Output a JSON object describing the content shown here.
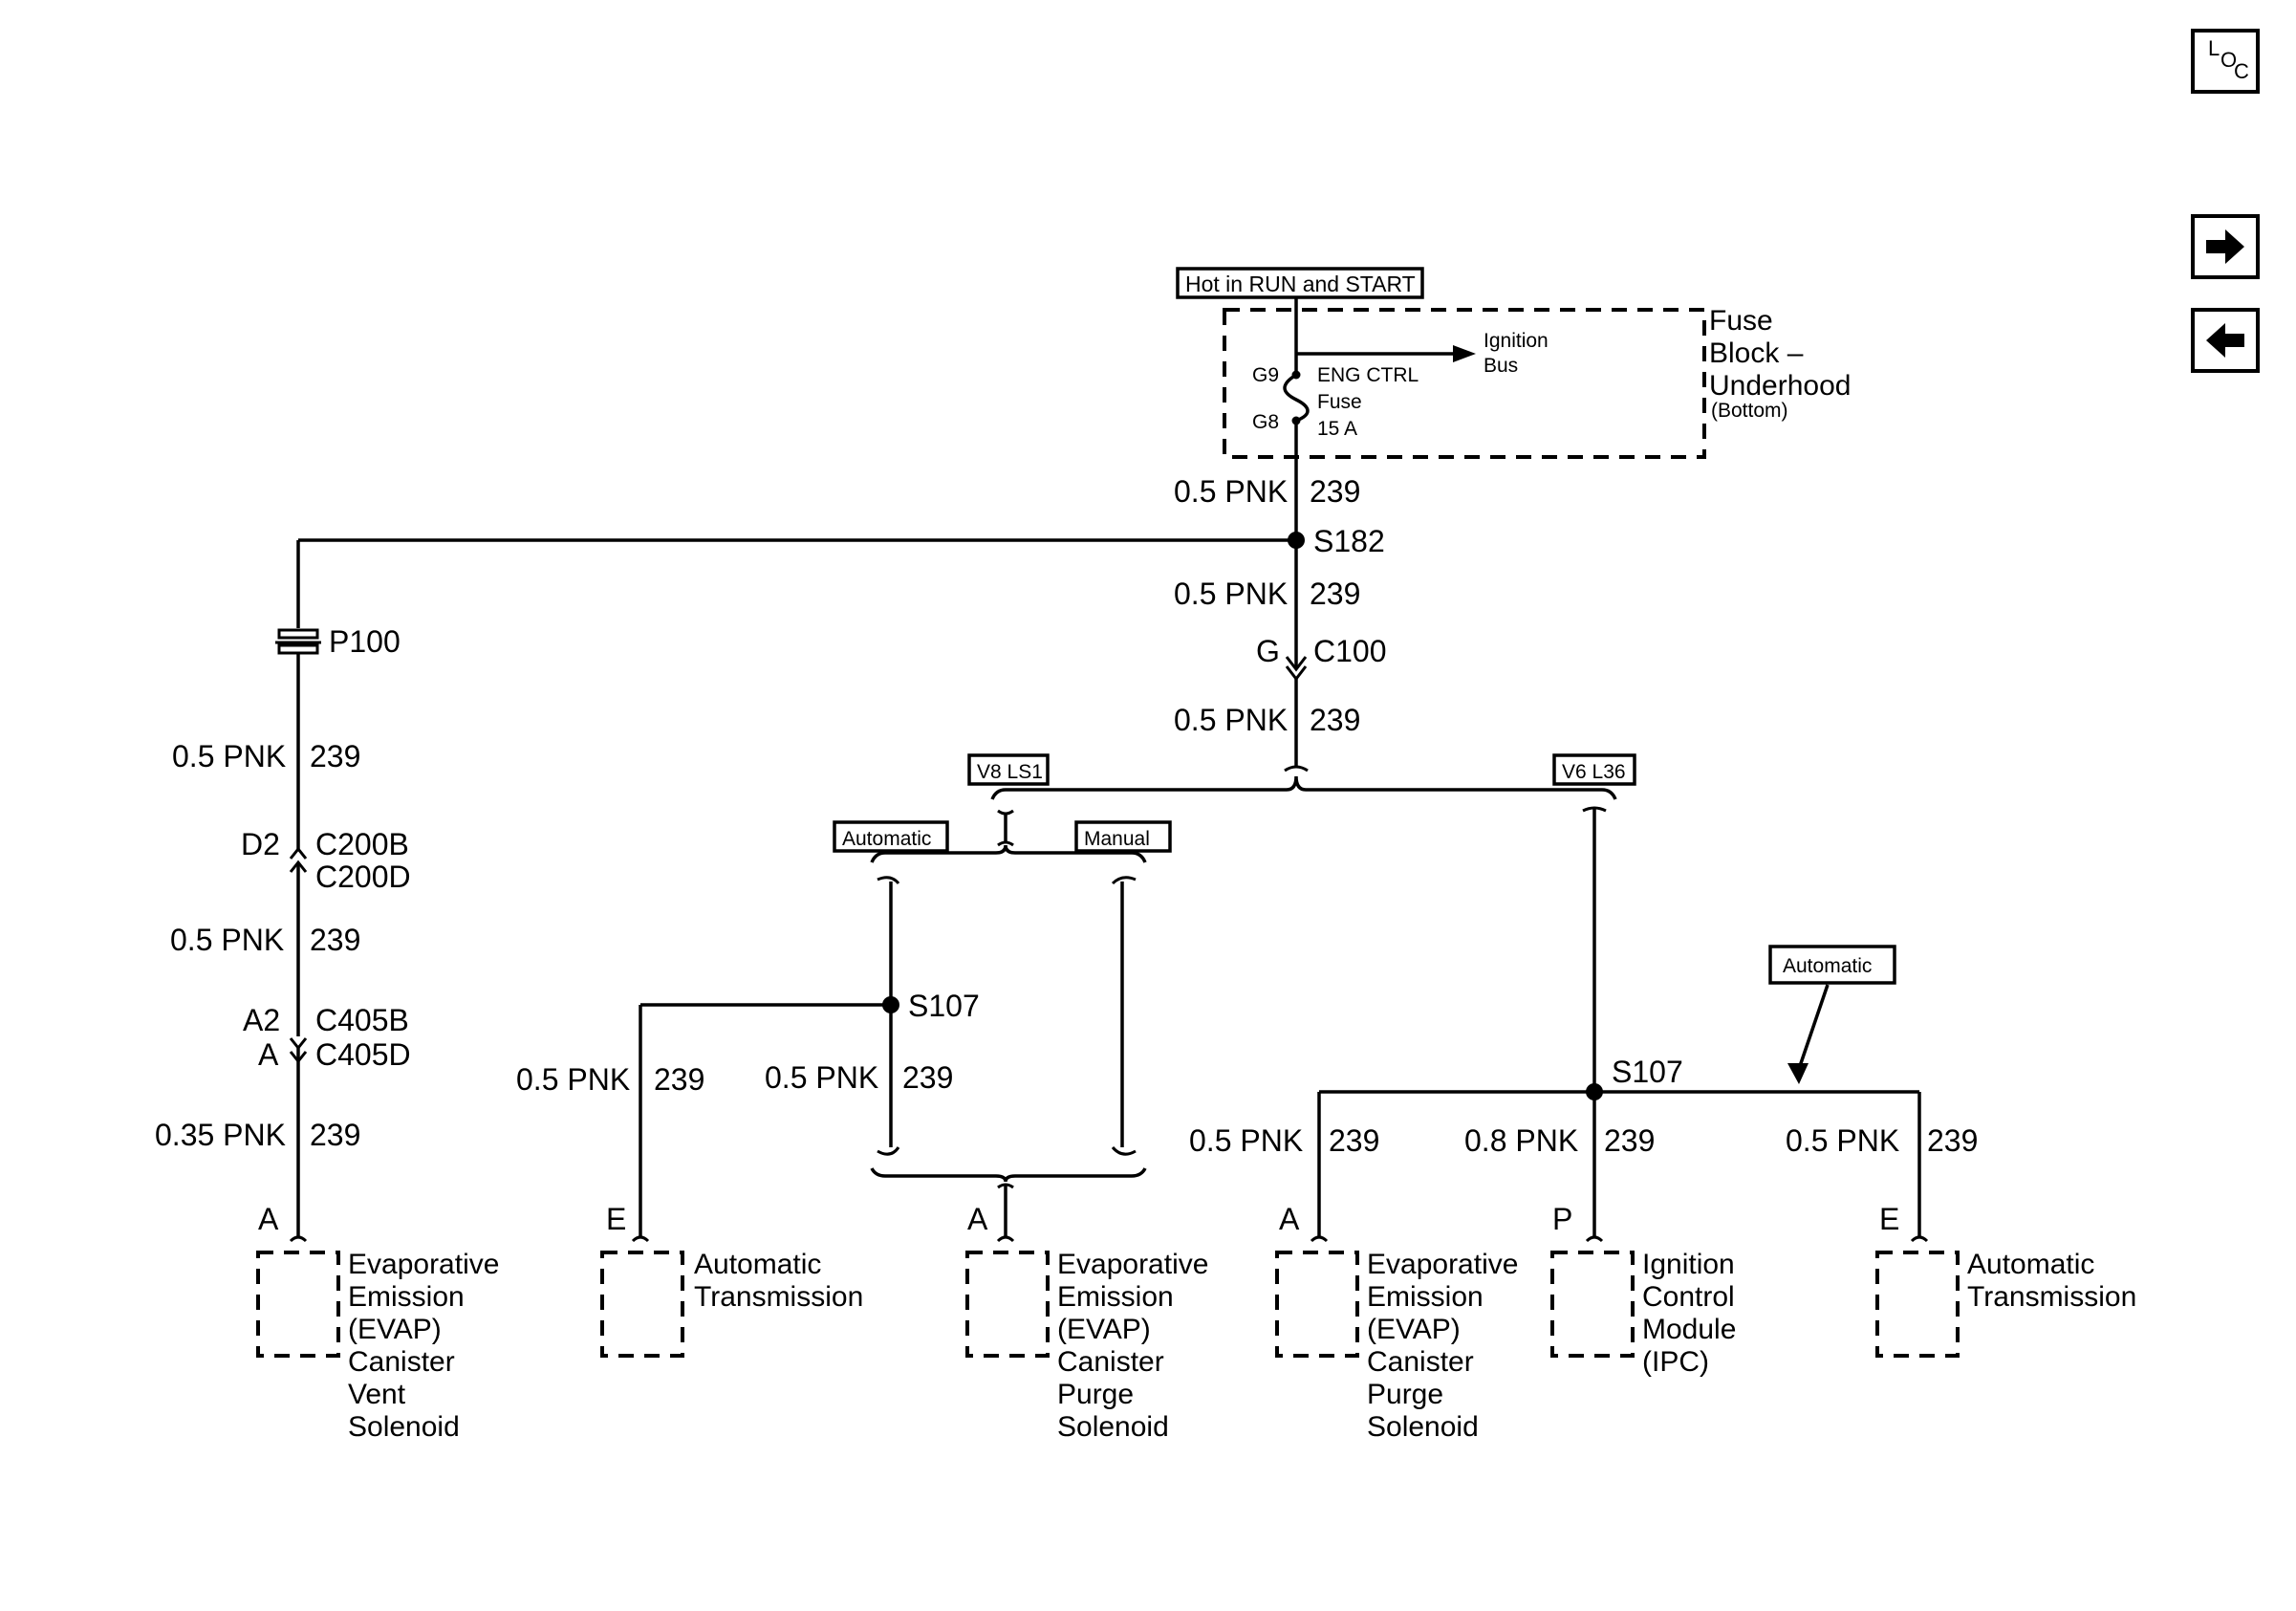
{
  "nav": {
    "loc": {
      "letters": [
        "L",
        "O",
        "C"
      ],
      "icon": "location-icon"
    },
    "next": {
      "icon": "arrow-right-icon"
    },
    "prev": {
      "icon": "arrow-left-icon"
    }
  },
  "fuse_block": {
    "hot_label": "Hot in RUN and START",
    "name_lines": [
      "Fuse",
      "Block –",
      "Underhood"
    ],
    "note": "(Bottom)",
    "pin_top": "G9",
    "pin_bottom": "G8",
    "fuse_lines": [
      "ENG CTRL",
      "Fuse",
      "15 A"
    ],
    "bus_lines": [
      "Ignition",
      "Bus"
    ]
  },
  "wires": {
    "w_fuse": {
      "gauge": "0.5 PNK",
      "circuit": "239"
    },
    "w_s182": {
      "gauge": "0.5 PNK",
      "circuit": "239"
    },
    "w_c100": {
      "gauge": "0.5 PNK",
      "circuit": "239"
    },
    "w_p100": {
      "gauge": "0.5 PNK",
      "circuit": "239"
    },
    "w_c200": {
      "gauge": "0.5 PNK",
      "circuit": "239"
    },
    "w_c405": {
      "gauge": "0.35 PNK",
      "circuit": "239"
    },
    "w_auto_trans": {
      "gauge": "0.5 PNK",
      "circuit": "239"
    },
    "w_purge_v8": {
      "gauge": "0.5 PNK",
      "circuit": "239"
    },
    "w_purge_v6": {
      "gauge": "0.5 PNK",
      "circuit": "239"
    },
    "w_icm": {
      "gauge": "0.8 PNK",
      "circuit": "239"
    },
    "w_auto_trans_v6": {
      "gauge": "0.5 PNK",
      "circuit": "239"
    }
  },
  "splices": {
    "s182": "S182",
    "s107_v8": "S107",
    "s107_v6": "S107"
  },
  "connectors": {
    "c100": {
      "name": "C100",
      "pin": "G"
    },
    "p100": {
      "name": "P100"
    },
    "c200": {
      "top": "C200B",
      "bottom": "C200D",
      "pin": "D2"
    },
    "c405": {
      "top": "C405B",
      "bottom": "C405D",
      "pin_top": "A2",
      "pin_bottom": "A"
    }
  },
  "options": {
    "v8": "V8 LS1",
    "v6": "V6 L36",
    "automatic": "Automatic",
    "manual": "Manual",
    "automatic_v6": "Automatic"
  },
  "components": [
    {
      "id": "vent",
      "pin": "A",
      "lines": [
        "Evaporative",
        "Emission",
        "(EVAP)",
        "Canister",
        "Vent",
        "Solenoid"
      ]
    },
    {
      "id": "auto_trans_v8",
      "pin": "E",
      "lines": [
        "Automatic",
        "Transmission"
      ]
    },
    {
      "id": "purge_v8",
      "pin": "A",
      "lines": [
        "Evaporative",
        "Emission",
        "(EVAP)",
        "Canister",
        "Purge",
        "Solenoid"
      ]
    },
    {
      "id": "purge_v6",
      "pin": "A",
      "lines": [
        "Evaporative",
        "Emission",
        "(EVAP)",
        "Canister",
        "Purge",
        "Solenoid"
      ]
    },
    {
      "id": "icm",
      "pin": "P",
      "lines": [
        "Ignition",
        "Control",
        "Module",
        "(IPC)"
      ]
    },
    {
      "id": "auto_trans_v6",
      "pin": "E",
      "lines": [
        "Automatic",
        "Transmission"
      ]
    }
  ]
}
